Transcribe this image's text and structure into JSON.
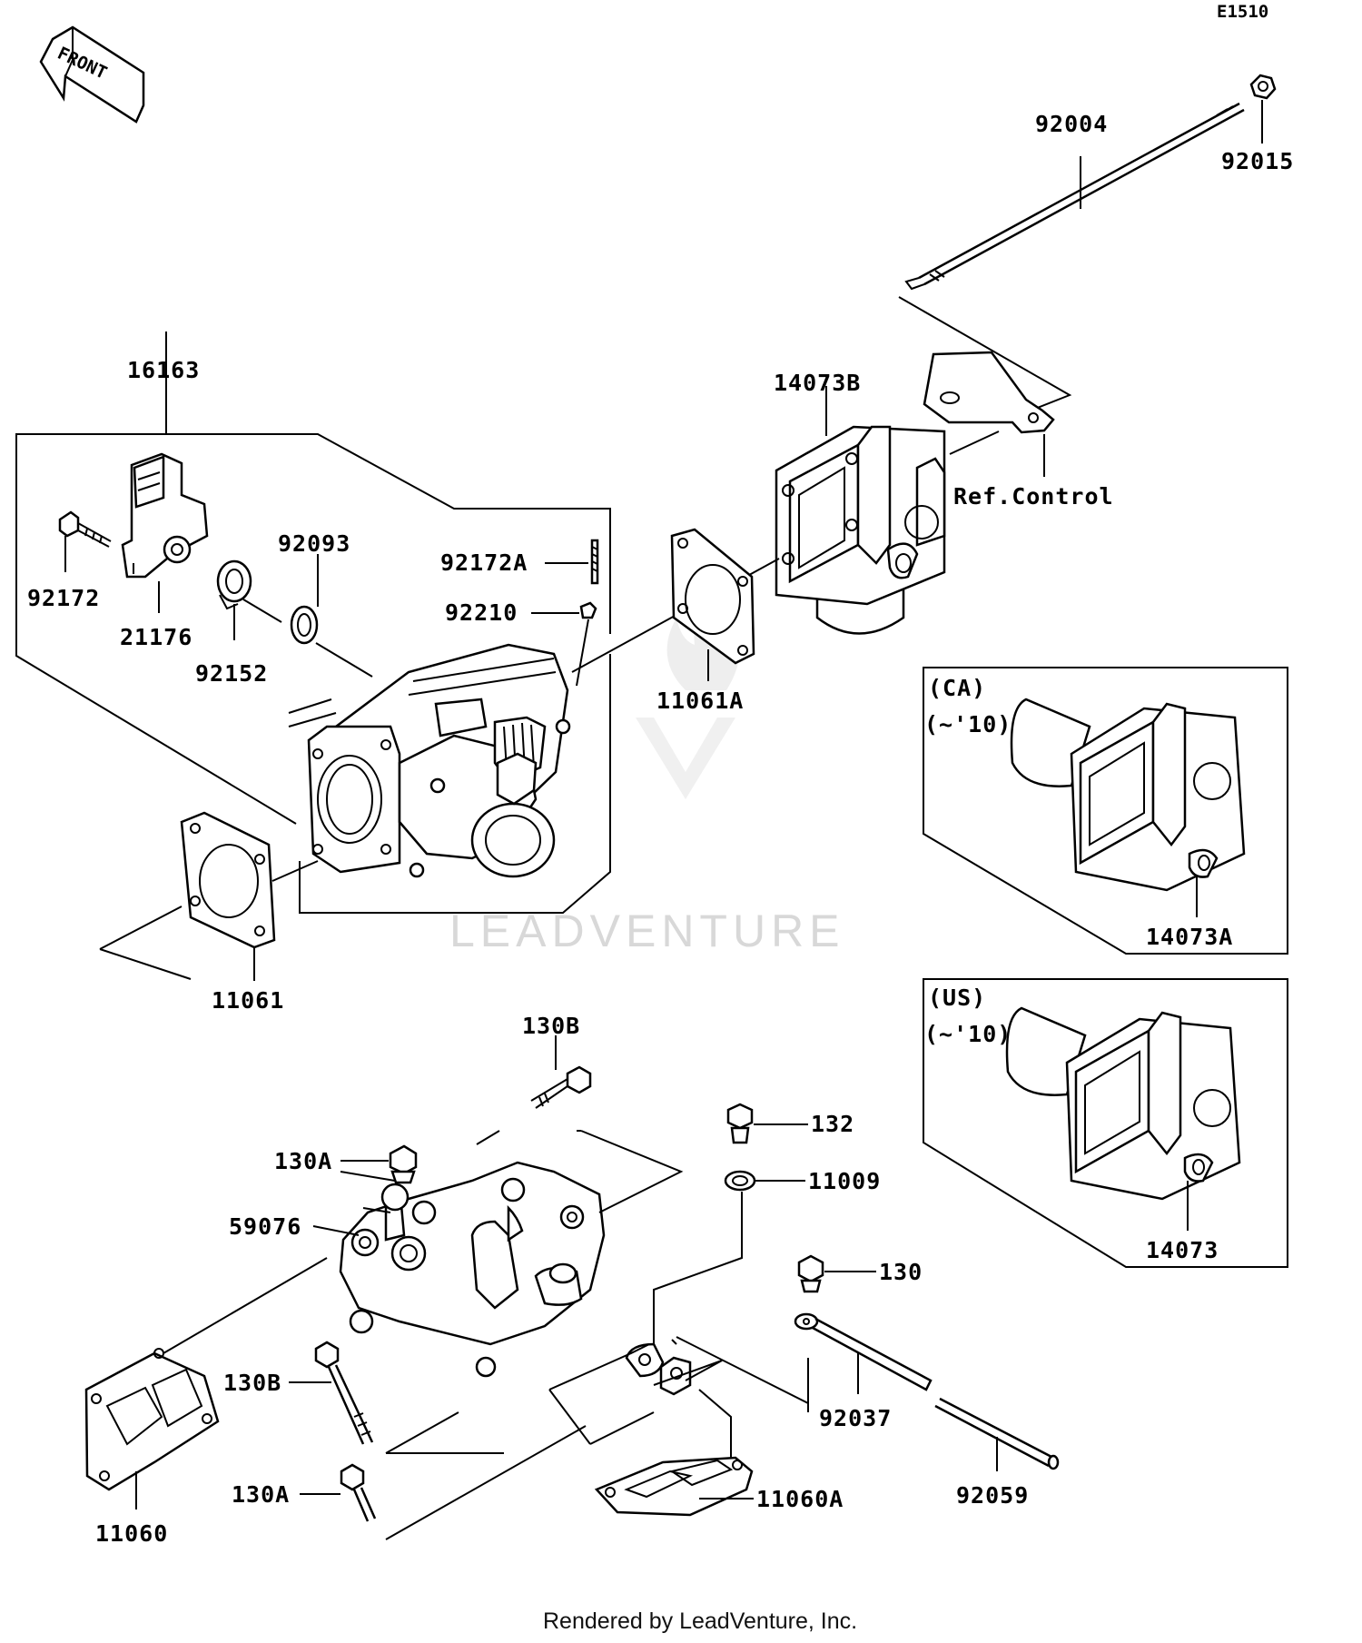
{
  "header": {
    "page_code": "E1510",
    "front_arrow": "FRONT"
  },
  "labels": {
    "p92004": "92004",
    "p92015": "92015",
    "p16163": "16163",
    "p14073B": "14073B",
    "ref_control": "Ref.Control",
    "p92093": "92093",
    "p92172A": "92172A",
    "p92172": "92172",
    "p92210": "92210",
    "p21176": "21176",
    "p92152": "92152",
    "p11061A": "11061A",
    "p11061": "11061",
    "p14073A": "14073A",
    "p14073": "14073",
    "p130B_top": "130B",
    "p132": "132",
    "p130A_top": "130A",
    "p11009": "11009",
    "p59076": "59076",
    "p130": "130",
    "p130B_bottom": "130B",
    "p92037": "92037",
    "p130A_bottom": "130A",
    "p11060A": "11060A",
    "p92059": "92059",
    "p11060": "11060"
  },
  "insets": {
    "ca": {
      "region": "(CA)",
      "years": "(~'10)"
    },
    "us": {
      "region": "(US)",
      "years": "(~'10)"
    }
  },
  "watermark": "LEADVENTURE",
  "footer": "Rendered by LeadVenture, Inc."
}
